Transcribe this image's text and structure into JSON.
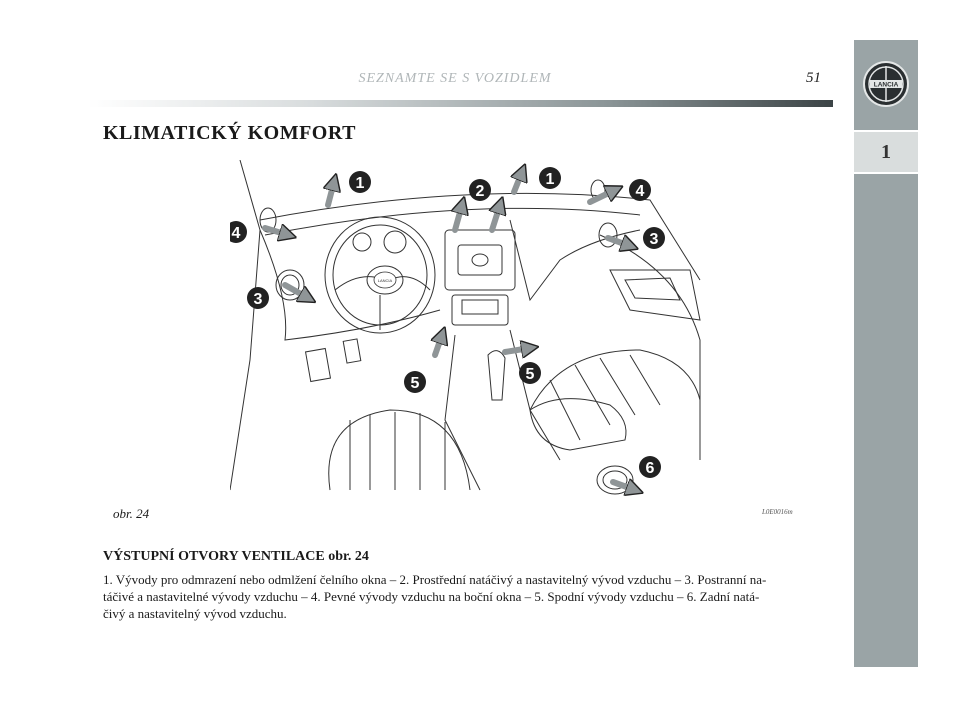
{
  "header": {
    "running_head": "SEZNAMTE SE S VOZIDLEM",
    "page_number": "51"
  },
  "side_tab": {
    "logo_text": "LANCIA",
    "chapter": "1"
  },
  "page_title": "KLIMATICKÝ KOMFORT",
  "figure": {
    "caption": "obr. 24",
    "code": "L0E0016m",
    "callouts": [
      "1",
      "2",
      "1",
      "4",
      "4",
      "3",
      "3",
      "5",
      "5",
      "6"
    ],
    "emblem_text": "LANCIA"
  },
  "section": {
    "heading": "VÝSTUPNÍ OTVORY VENTILACE obr. 24",
    "lines": [
      "1. Vývody pro odmrazení nebo odmlžení čelního okna – 2. Prostřední natáčivý a nastavitelný vývod vzduchu – 3. Postranní na-",
      "táčivé a nastavitelné vývody vzduchu –  4. Pevné vývody vzduchu na boční okna – 5. Spodní vývody vzduchu – 6. Zadní natá-",
      "čivý a nastavitelný vývod vzduchu."
    ]
  },
  "colors": {
    "side_tab": "#9aa4a6",
    "chapter_box": "#d9dddd",
    "running_head": "#b0b6b8",
    "arrow_fill": "#8f9597"
  }
}
